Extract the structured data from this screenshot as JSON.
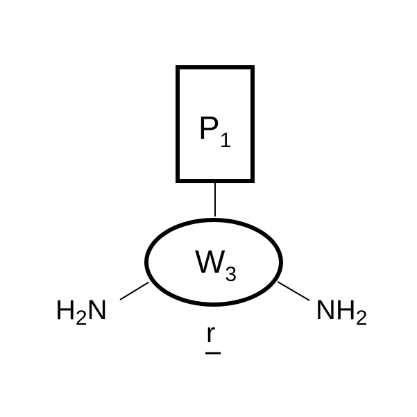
{
  "diagram": {
    "polymer_box": {
      "label": "P",
      "subscript": "1"
    },
    "core": {
      "label": "W",
      "subscript": "3"
    },
    "left_group": {
      "prefix": "H",
      "subscript": "2",
      "suffix": "N"
    },
    "right_group": {
      "prefix": "NH",
      "subscript": "2"
    },
    "bottom_label": "r"
  },
  "colors": {
    "stroke": "#000000",
    "background": "#ffffff"
  }
}
